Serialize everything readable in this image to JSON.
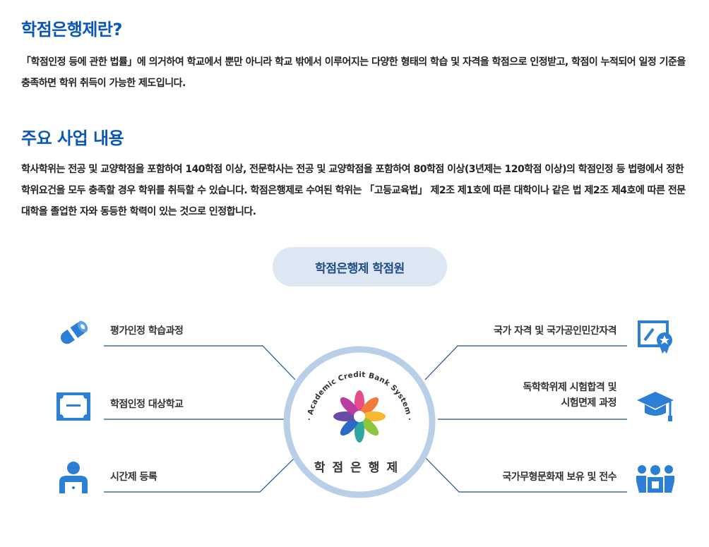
{
  "section1": {
    "title": "학점은행제란?",
    "body": "「학점인정 등에 관한 법률」에 의거하여 학교에서 뿐만 아니라 학교 밖에서 이루어지는 다양한 형태의 학습 및 자격을 학점으로 인정받고, 학점이 누적되어 일정 기준을 충족하면 학위 취득이 가능한 제도입니다."
  },
  "section2": {
    "title": "주요 사업 내용",
    "body": "학사학위는 전공 및 교양학점을 포함하여 140학점 이상, 전문학사는 전공 및 교양학점을 포함하여 80학점 이상(3년제는 120학점 이상)의 학점인정 등 법령에서 정한 학위요건을 모두 충족할 경우 학위를 취득할 수 있습니다. 학점은행제로 수여된 학위는 「고등교육법」 제2조 제1호에 따른 대학이나 같은 법 제2조 제4호에 따른 전문대학을 졸업한 자와 동등한 학력이 있는 것으로 인정합니다."
  },
  "diagram": {
    "center_title": "학점은행제 학점원",
    "seal": {
      "english_text": "· Academic Credit Bank System ·",
      "korean_text": "학점은행제"
    },
    "left_items": [
      {
        "label": "평가인정 학습과정",
        "icon": "diploma-scroll-icon"
      },
      {
        "label": "학점인정 대상학교",
        "icon": "certificate-frame-icon"
      },
      {
        "label": "시간제 등록",
        "icon": "person-laptop-icon"
      }
    ],
    "right_items": [
      {
        "label": "국가 자격 및 국가공인민간자격",
        "icon": "certificate-badge-icon"
      },
      {
        "label_line1": "독학학위제 시험합격 및",
        "label_line2": "시험면제 과정",
        "icon": "graduation-cap-icon"
      },
      {
        "label": "국가무형문화재 보유 및 전수",
        "icon": "group-people-icon"
      }
    ],
    "colors": {
      "title": "#0a57b5",
      "icon_blue": "#2c7fd4",
      "line": "#1f4f8f",
      "pill_bg": "#dde7f3",
      "seal_ring": "#b9cfe8"
    }
  }
}
